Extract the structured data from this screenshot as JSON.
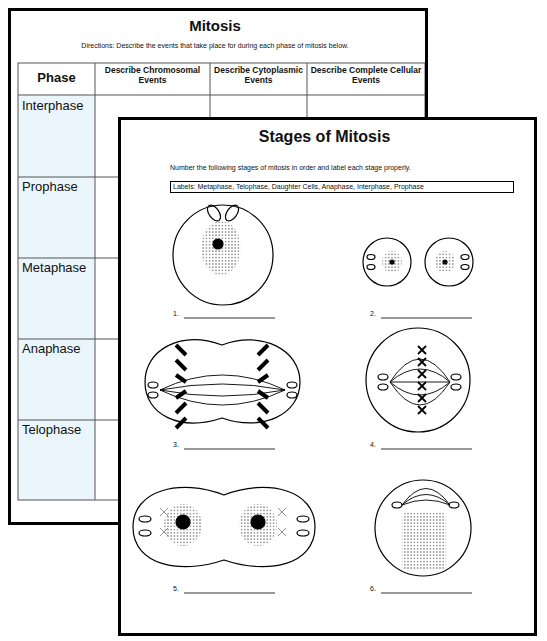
{
  "diagram": {
    "nodes": [
      {
        "text": [
          "Mitosis",
          "Directions: Describe the events that take place for during each phase of mitosis below."
        ]
      },
      {
        "text": [
          "Stages of Mitosis",
          "Number the following stages of mitosis in order and label each stage properly."
        ]
      },
      {
        "text": [
          "Labels: Metaphase, Telophase, Daughter Cells, Anaphase, Interphase, Prophase"
        ],
        "in": 1
      }
    ],
    "labels": [
      "Phase",
      "Describe Chromosomal Events",
      "Describe Cytoplasmic Events",
      "Describe Complete Cellular Events",
      "Interphase",
      "Prophase",
      "Metaphase",
      "Anaphase",
      "Telophase",
      "1.",
      "2.",
      "3.",
      "4.",
      "5.",
      "6."
    ]
  }
}
